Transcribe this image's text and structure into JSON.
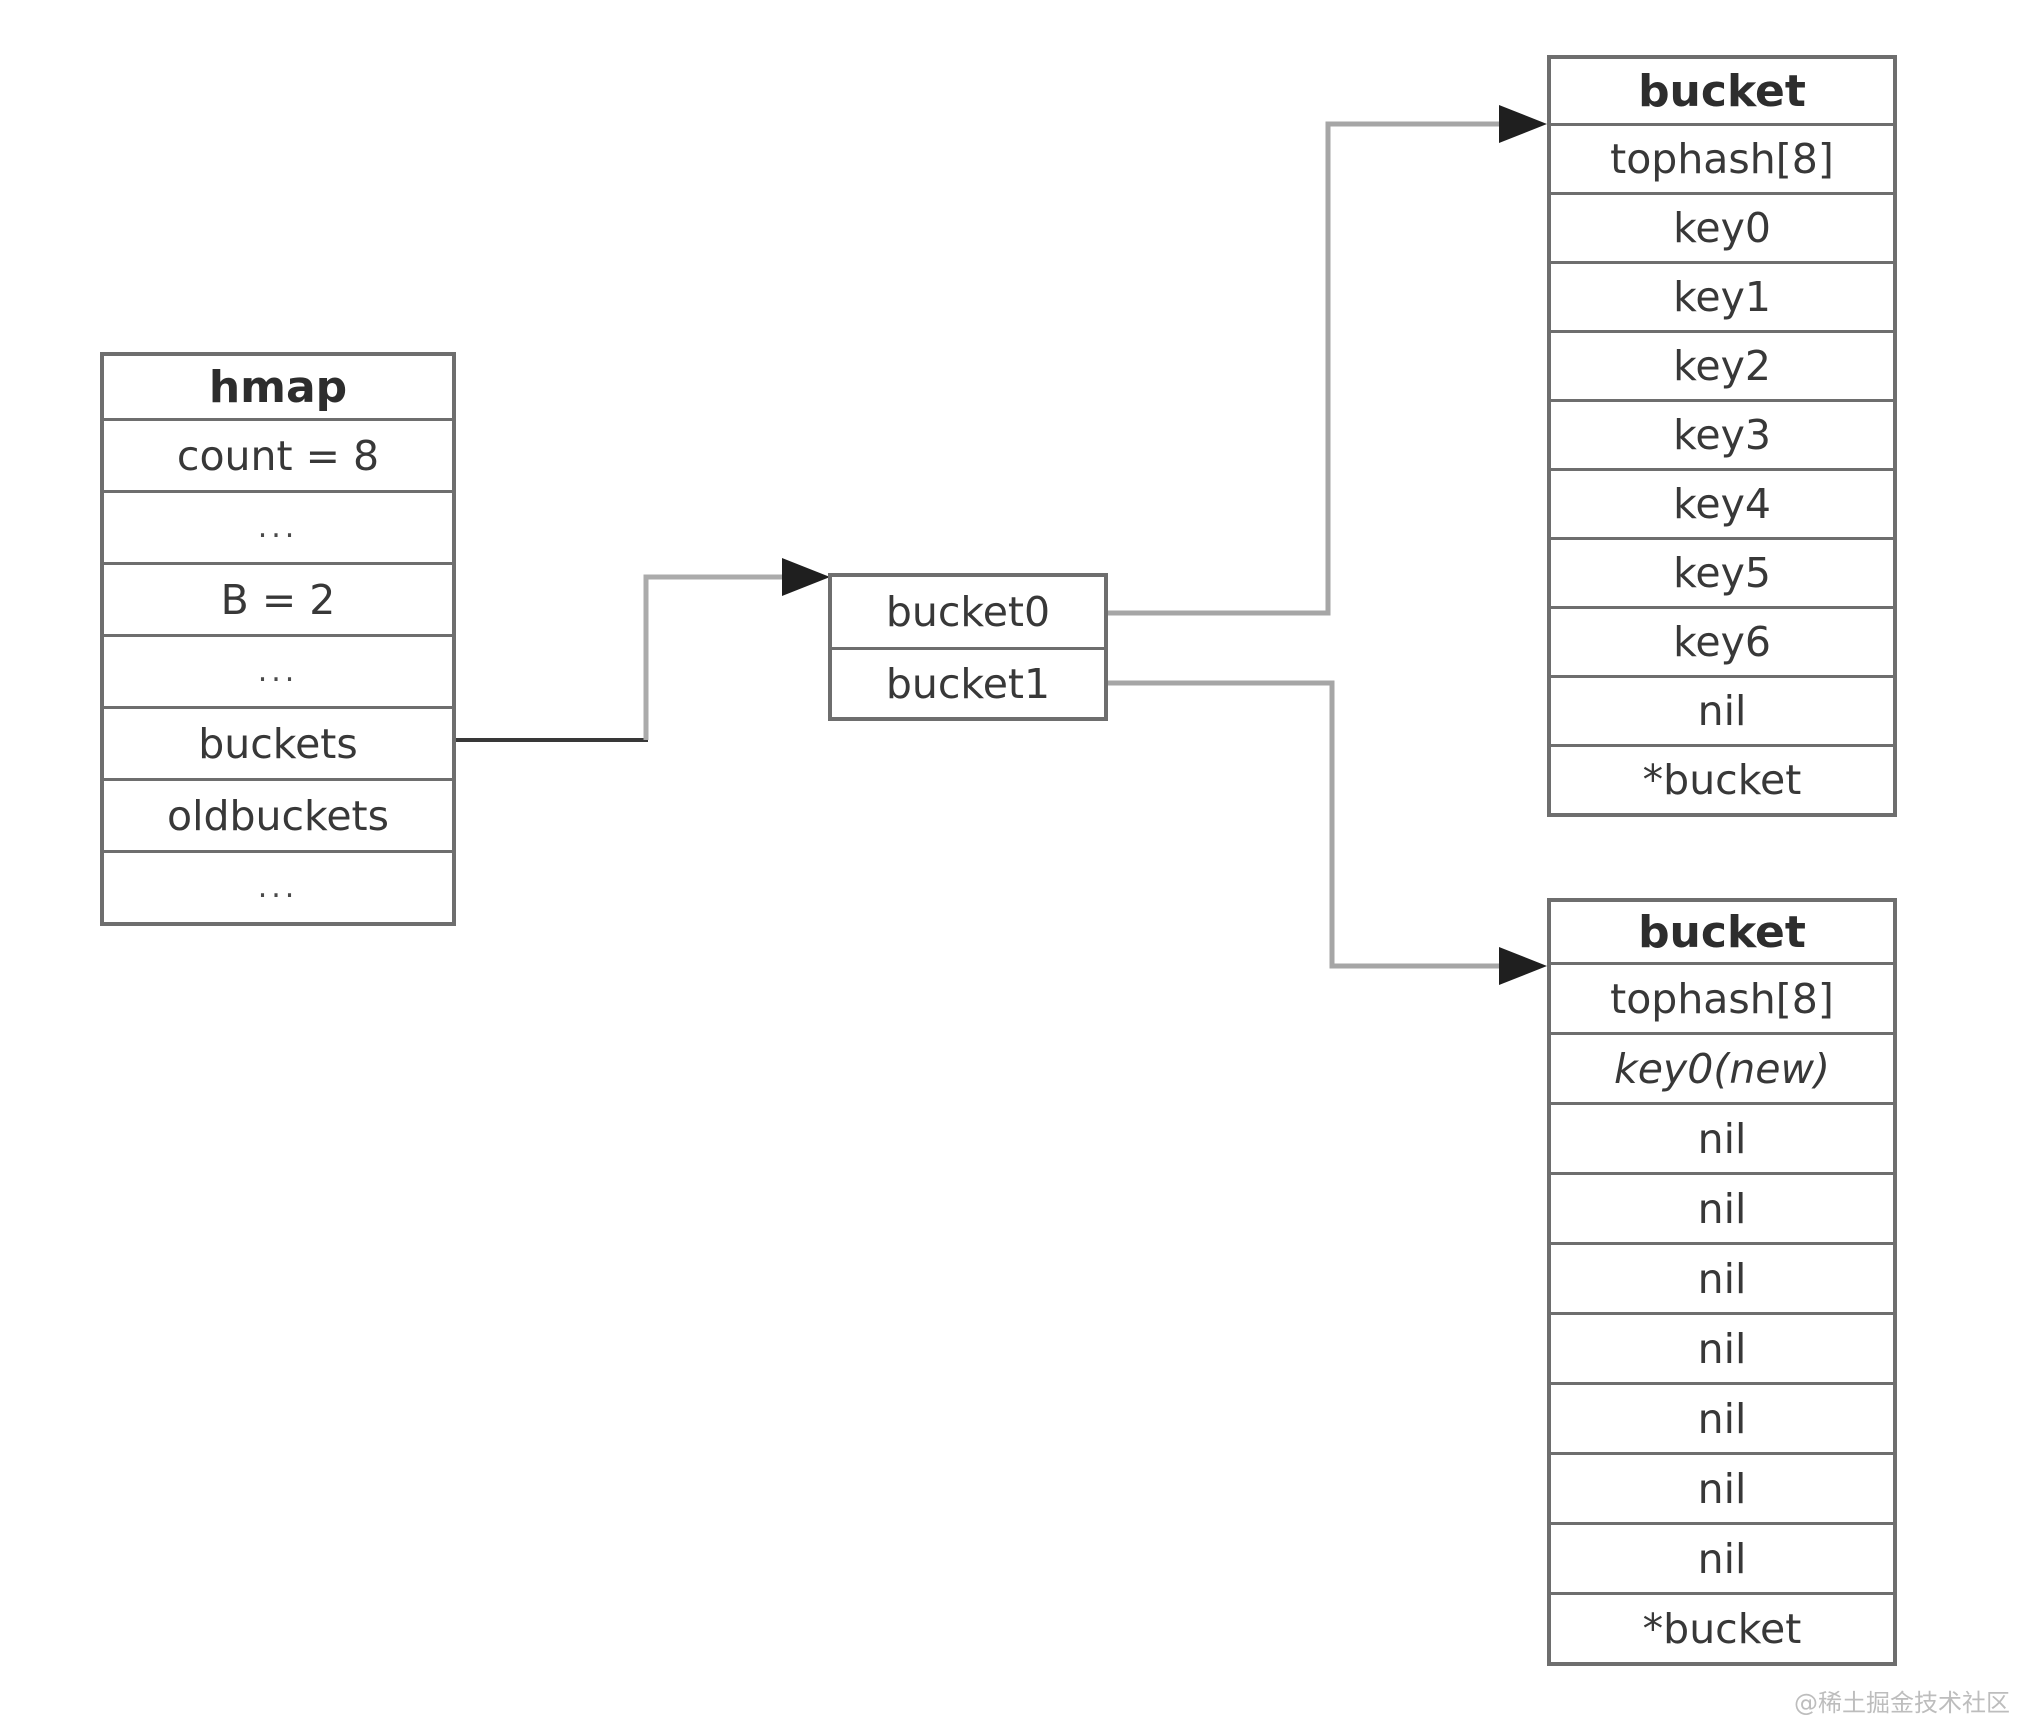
{
  "colors": {
    "border": "#6e6e6e",
    "connector": "#a6a6a6",
    "connector_dark": "#383838",
    "arrowhead": "#1f1f1f",
    "watermark": "#bdbdbd"
  },
  "hmap_table": {
    "title": "hmap",
    "rows": [
      "count = 8",
      "...",
      "B = 2",
      "...",
      "buckets",
      "oldbuckets",
      "..."
    ]
  },
  "pointer_table": {
    "rows": [
      "bucket0",
      "bucket1"
    ]
  },
  "bucket_table_top": {
    "title": "bucket",
    "rows": [
      "tophash[8]",
      "key0",
      "key1",
      "key2",
      "key3",
      "key4",
      "key5",
      "key6",
      "nil",
      "*bucket"
    ]
  },
  "bucket_table_bottom": {
    "title": "bucket",
    "rows": [
      "tophash[8]",
      "key0(new)",
      "nil",
      "nil",
      "nil",
      "nil",
      "nil",
      "nil",
      "nil",
      "*bucket"
    ]
  },
  "watermark": "@稀土掘金技术社区"
}
